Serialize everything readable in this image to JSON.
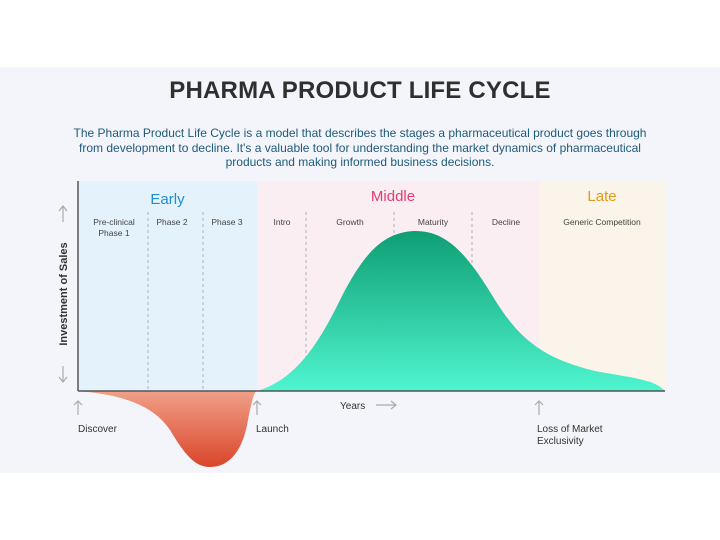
{
  "title": "PHARMA PRODUCT LIFE CYCLE",
  "description": "The Pharma Product Life Cycle is a model that describes the stages a pharmaceutical product goes through from development to decline. It's a valuable tool for understanding the market dynamics of pharmaceutical products and making informed business decisions.",
  "y_axis_label": "Investment of Sales",
  "x_axis_label": "Years",
  "stages": [
    {
      "label": "Early",
      "color": "#1f8fc9",
      "bg": "#e3f2fb"
    },
    {
      "label": "Middle",
      "color": "#e23a73",
      "bg": "#fbeef3"
    },
    {
      "label": "Late",
      "color": "#e39a12",
      "bg": "#fbf4ea"
    }
  ],
  "phases": [
    {
      "line1": "Pre-clinical",
      "line2": "Phase 1"
    },
    {
      "line1": "Phase 2",
      "line2": ""
    },
    {
      "line1": "Phase 3",
      "line2": ""
    },
    {
      "line1": "Intro",
      "line2": ""
    },
    {
      "line1": "Growth",
      "line2": ""
    },
    {
      "line1": "Maturity",
      "line2": ""
    },
    {
      "line1": "Decline",
      "line2": ""
    },
    {
      "line1": "Generic Competition",
      "line2": ""
    }
  ],
  "milestones": [
    {
      "line1": "Discover",
      "line2": ""
    },
    {
      "line1": "Launch",
      "line2": ""
    },
    {
      "line1": "Loss of Market",
      "line2": "Exclusivity"
    }
  ],
  "colors": {
    "investment_curve_top": "#f0a088",
    "investment_curve_bottom": "#d9452a",
    "sales_curve_top": "#0f9e74",
    "sales_curve_bottom": "#4ff5cf",
    "axis": "#555555",
    "arrow": "#aaaaaa"
  }
}
